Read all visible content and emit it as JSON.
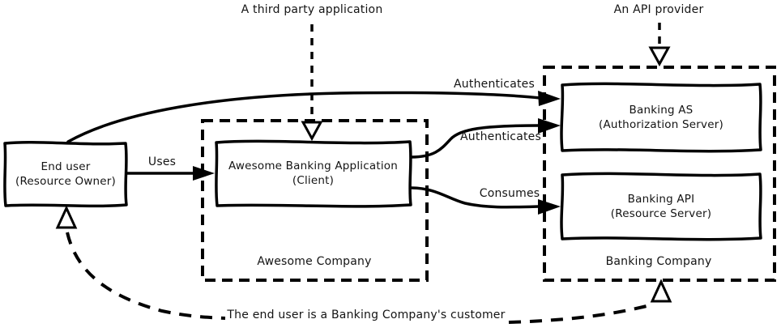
{
  "labels": {
    "third_party": "A third party application",
    "api_provider": "An API provider",
    "customer_note": "The end user is a Banking Company's customer"
  },
  "containers": {
    "awesome_company": {
      "label": "Awesome Company"
    },
    "banking_company": {
      "label": "Banking Company"
    }
  },
  "nodes": {
    "end_user": {
      "title": "End user",
      "subtitle": "(Resource Owner)"
    },
    "client": {
      "title": "Awesome Banking Application",
      "subtitle": "(Client)"
    },
    "auth_server": {
      "title": "Banking AS",
      "subtitle": "(Authorization Server)"
    },
    "resource_server": {
      "title": "Banking API",
      "subtitle": "(Resource Server)"
    }
  },
  "edges": {
    "uses": {
      "label": "Uses"
    },
    "auth_user": {
      "label": "Authenticates"
    },
    "auth_client": {
      "label": "Authenticates"
    },
    "consumes": {
      "label": "Consumes"
    }
  },
  "colors": {
    "stroke": "#000000",
    "background": "#ffffff",
    "text": "#141414"
  }
}
